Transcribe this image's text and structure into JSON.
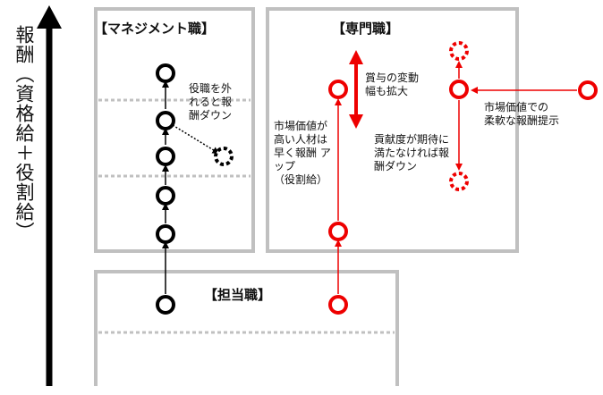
{
  "axis": {
    "label": "報酬（資格給＋役割給）"
  },
  "boxes": {
    "management": {
      "title": "【マネジメント職】"
    },
    "specialist": {
      "title": "【専門職】"
    },
    "staff": {
      "title": "【担当職】"
    }
  },
  "annotations": {
    "mgmt_down": [
      "役職を外",
      "れると報",
      "酬ダウン"
    ],
    "bonus": [
      "賞与の変動",
      "幅も拡大"
    ],
    "fast_raise": [
      "市場価値が",
      "高い人材は",
      "早く報酬 ア",
      "ップ",
      "（役割給）"
    ],
    "perf_down": [
      "貢献度が期待に",
      "満たなければ報",
      "酬ダウン"
    ],
    "market": [
      "市場価値での",
      "柔軟な報酬提示"
    ]
  },
  "colors": {
    "black": "#000000",
    "red": "#ee0000",
    "frame": "#c0c0c0"
  }
}
